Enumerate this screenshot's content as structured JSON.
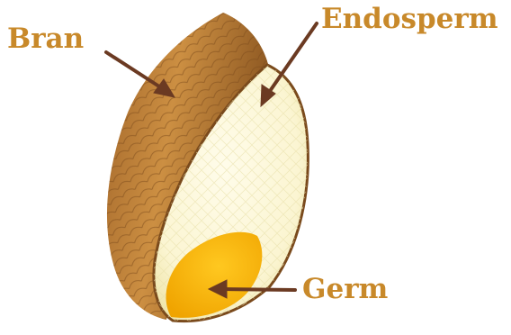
{
  "labels": {
    "bran": "Bran",
    "endosperm": "Endosperm",
    "germ": "Germ"
  },
  "colors": {
    "label_text": "#c8892a",
    "arrow": "#6b3a22",
    "bran_light": "#c98a3c",
    "bran_dark": "#7a4a1a",
    "endosperm": "#fbf7d8",
    "endosperm_edge": "#e8e0a8",
    "germ": "#f5b800",
    "germ_edge": "#e49a00"
  }
}
